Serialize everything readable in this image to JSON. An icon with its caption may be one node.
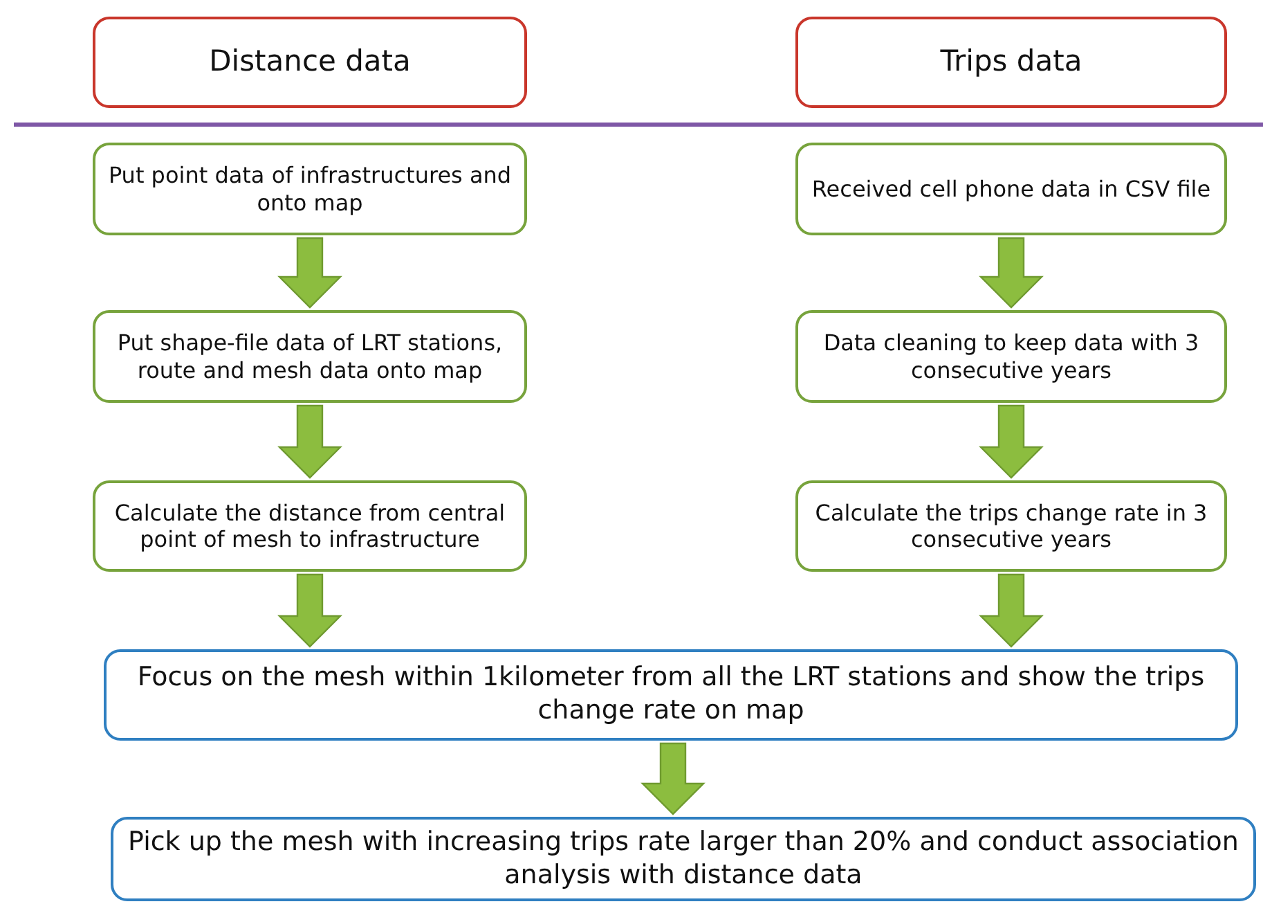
{
  "diagram": {
    "nodes": [
      {
        "text": [
          "Distance data"
        ]
      },
      {
        "text": [
          "Trips data"
        ]
      },
      {
        "text": [
          "Put point data of infrastructures and onto map"
        ]
      },
      {
        "text": [
          "Received cell phone data in CSV file"
        ]
      },
      {
        "text": [
          "Put shape-file data of LRT stations, route and mesh data onto map"
        ]
      },
      {
        "text": [
          "Data cleaning to keep data with 3 consecutive years"
        ]
      },
      {
        "text": [
          "Calculate the distance from central point of mesh to infrastructure"
        ]
      },
      {
        "text": [
          "Calculate the trips change rate in 3 consecutive years"
        ]
      },
      {
        "text": [
          "Focus on the mesh within 1kilometer from all the LRT stations and show the trips change rate on map"
        ]
      },
      {
        "text": [
          "Pick up the mesh with increasing trips rate larger than 20% and conduct association analysis with distance data"
        ]
      }
    ],
    "edges": [
      {
        "from": 2,
        "to": 4,
        "arrow": "to"
      },
      {
        "from": 4,
        "to": 6,
        "arrow": "to"
      },
      {
        "from": 6,
        "to": 8,
        "arrow": "to"
      },
      {
        "from": 3,
        "to": 5,
        "arrow": "to"
      },
      {
        "from": 5,
        "to": 7,
        "arrow": "to"
      },
      {
        "from": 7,
        "to": 8,
        "arrow": "to"
      },
      {
        "from": 8,
        "to": 9,
        "arrow": "to"
      }
    ]
  }
}
